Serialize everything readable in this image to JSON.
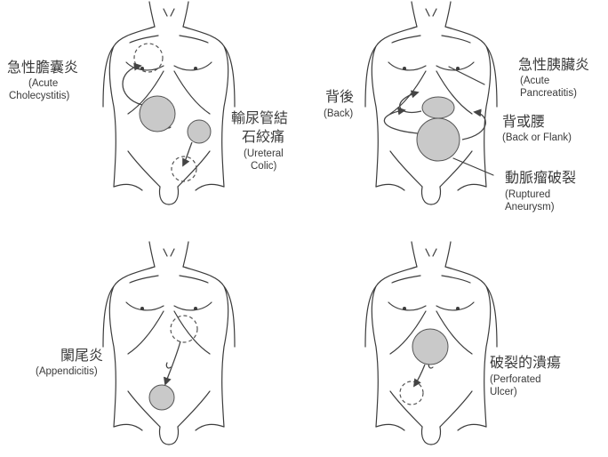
{
  "panels": {
    "cholecystitis": {
      "zh": "急性膽囊炎",
      "en_lines": [
        "(Acute",
        "Cholecystitis)"
      ]
    },
    "ureteral": {
      "zh_lines": [
        "輸尿管結",
        "石絞痛"
      ],
      "en_lines": [
        "(Ureteral",
        "Colic)"
      ]
    },
    "back": {
      "zh": "背後",
      "en": "(Back)"
    },
    "pancreatitis": {
      "zh": "急性胰臟炎",
      "en_lines": [
        "(Acute",
        "Pancreatitis)"
      ]
    },
    "back_flank": {
      "zh": "背或腰",
      "en": "(Back or Flank)"
    },
    "aneurysm": {
      "zh": "動脈瘤破裂",
      "en_lines": [
        "(Ruptured",
        "Aneurysm)"
      ]
    },
    "appendicitis": {
      "zh": "闌尾炎",
      "en": "(Appendicitis)"
    },
    "ulcer": {
      "zh": "破裂的潰瘍",
      "en_lines": [
        "(Perforated",
        "Ulcer)"
      ]
    }
  },
  "colors": {
    "pain_fill": "#c9c9c9",
    "outline": "#3c3c3c"
  }
}
